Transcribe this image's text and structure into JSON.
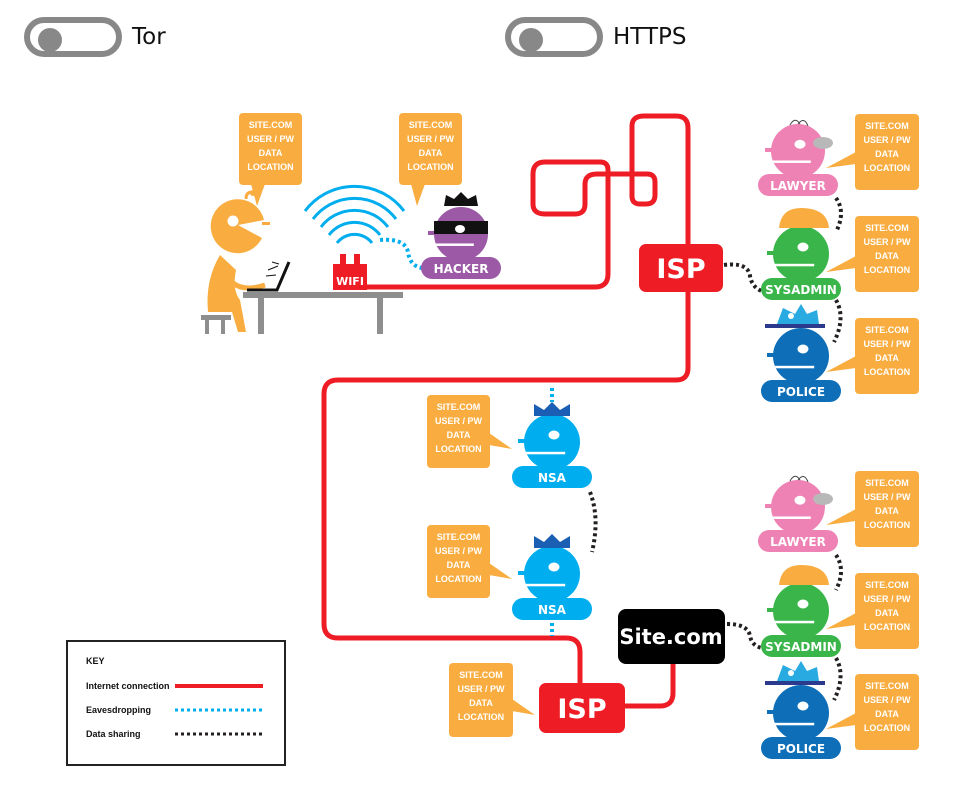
{
  "toggles": [
    {
      "label": "Tor",
      "on": false
    },
    {
      "label": "HTTPS",
      "on": false
    }
  ],
  "colors": {
    "internet": "#ee1c25",
    "eavesdrop": "#00aeef",
    "sharing": "#231f20",
    "bubble": "#f9ad40",
    "user": "#f9ad40",
    "hacker": "#9b59a6",
    "lawyer": "#ee82b5",
    "sysadmin": "#3ab54a",
    "police": "#0e6fb8",
    "nsa": "#00aeef",
    "site": "#000000",
    "table": "#8e8e8e"
  },
  "bubble_lines": [
    "SITE.COM",
    "USER / PW",
    "DATA",
    "LOCATION"
  ],
  "labels": {
    "wifi": "WIFI",
    "hacker": "HACKER",
    "isp": "ISP",
    "lawyer": "LAWYER",
    "sysadmin": "SYSADMIN",
    "police": "POLICE",
    "nsa": "NSA",
    "site": "Site.com"
  },
  "key": {
    "title": "KEY",
    "items": [
      {
        "label": "Internet connection",
        "style": "solid-red"
      },
      {
        "label": "Eavesdropping",
        "style": "dotted-blue"
      },
      {
        "label": "Data sharing",
        "style": "dotted-black"
      }
    ]
  }
}
